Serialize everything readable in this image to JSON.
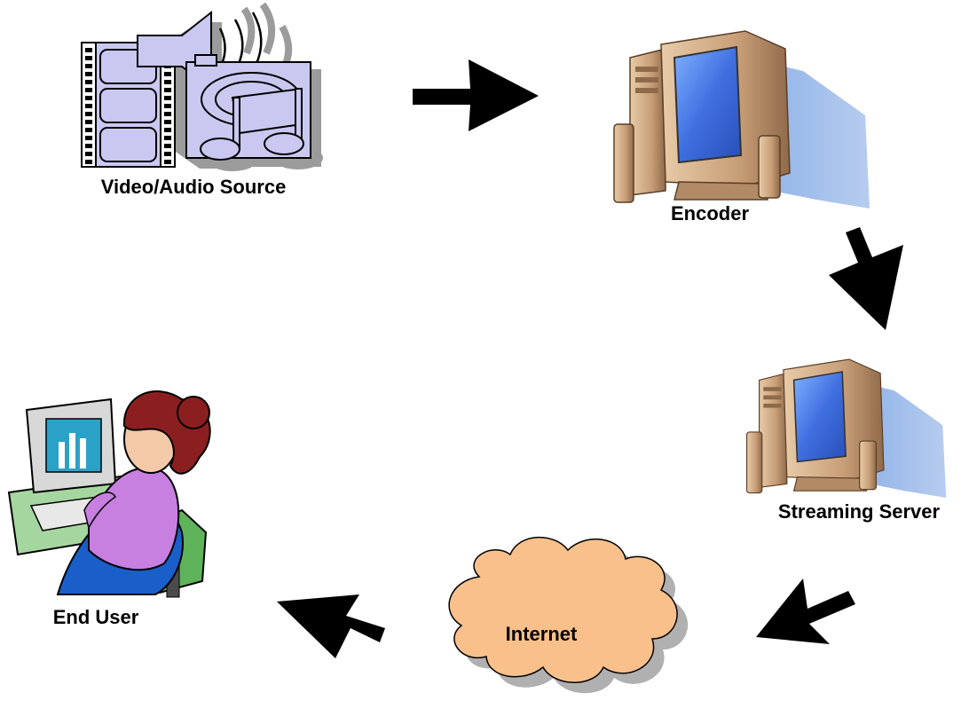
{
  "nodes": {
    "source": {
      "label": "Video/Audio Source",
      "icon": "film-speaker-music-icon"
    },
    "encoder": {
      "label": "Encoder",
      "icon": "desktop-computer-icon"
    },
    "server": {
      "label": "Streaming Server",
      "icon": "desktop-computer-icon"
    },
    "internet": {
      "label": "Internet",
      "icon": "cloud-icon"
    },
    "user": {
      "label": "End User",
      "icon": "woman-at-computer-icon"
    }
  },
  "edges": [
    {
      "from": "Video/Audio Source",
      "to": "Encoder"
    },
    {
      "from": "Encoder",
      "to": "Streaming Server"
    },
    {
      "from": "Streaming Server",
      "to": "Internet"
    },
    {
      "from": "Internet",
      "to": "End User"
    }
  ],
  "colors": {
    "arrow": "#000000",
    "cloud_fill": "#f9c08c",
    "cloud_shadow": "#b0b0b0",
    "monitor_screen": "#4a7ee0",
    "computer_case": "#c9a37f",
    "clipart_lavender": "#c8c8f0",
    "clipart_shadow": "#9b9b9b"
  }
}
